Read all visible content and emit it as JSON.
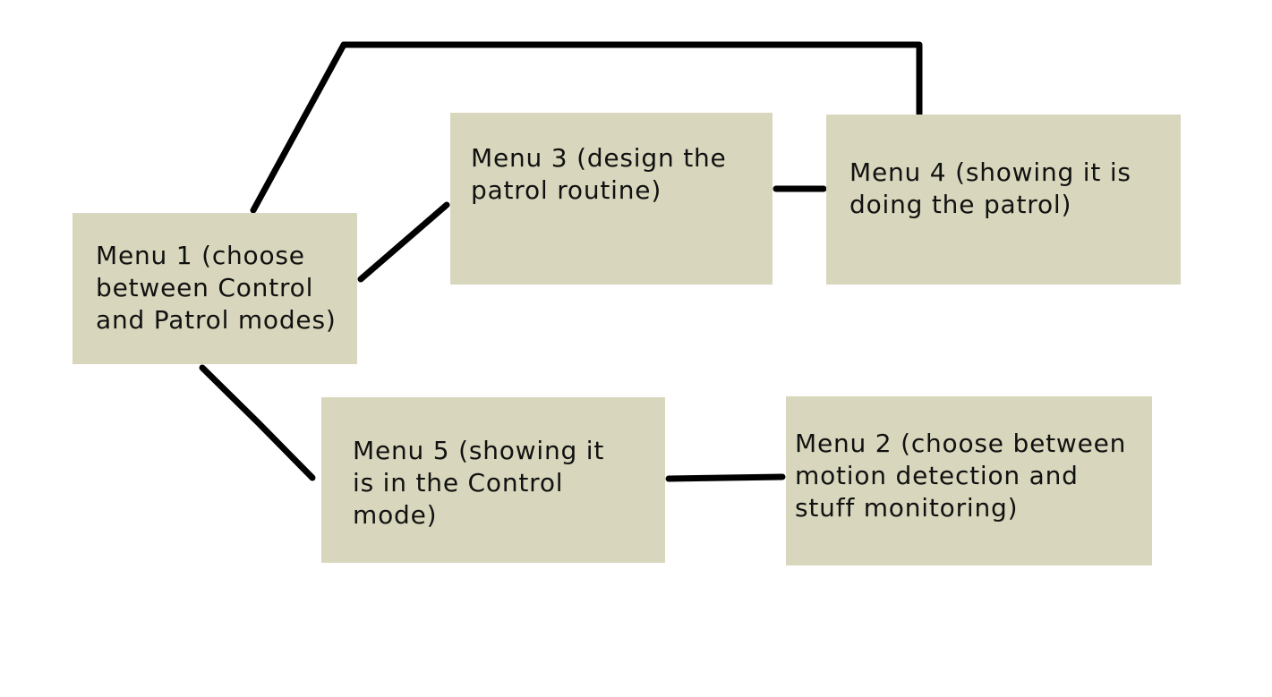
{
  "diagram": {
    "boxes": {
      "menu1": {
        "text": "Menu 1 (choose\nbetween Control\nand Patrol modes)"
      },
      "menu3": {
        "text": "Menu 3 (design the\npatrol routine)"
      },
      "menu4": {
        "text": "Menu 4 (showing it is\ndoing the patrol)"
      },
      "menu5": {
        "text": "Menu 5 (showing it\nis in the Control\nmode)"
      },
      "menu2": {
        "text": "Menu 2 (choose between\nmotion detection and\nstuff monitoring)"
      }
    },
    "connections": [
      {
        "from": "menu1",
        "to": "menu4"
      },
      {
        "from": "menu1",
        "to": "menu3"
      },
      {
        "from": "menu3",
        "to": "menu4"
      },
      {
        "from": "menu1",
        "to": "menu5"
      },
      {
        "from": "menu5",
        "to": "menu2"
      }
    ],
    "colors": {
      "box_fill": "#d8d7bd",
      "connector": "#000000",
      "background": "#ffffff"
    }
  }
}
